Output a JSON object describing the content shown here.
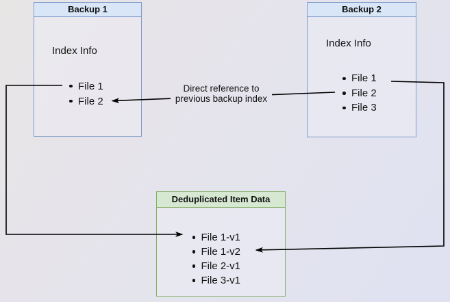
{
  "diagram": {
    "backup1": {
      "title": "Backup 1",
      "subtitle": "Index Info",
      "files": [
        "File 1",
        "File 2"
      ]
    },
    "backup2": {
      "title": "Backup 2",
      "subtitle": "Index Info",
      "files": [
        "File 1",
        "File 2",
        "File 3"
      ]
    },
    "dedup": {
      "title": "Deduplicated Item Data",
      "items": [
        "File 1-v1",
        "File 1-v2",
        "File 2-v1",
        "File 3-v1"
      ]
    },
    "edge_label": {
      "line1": "Direct reference to",
      "line2": "previous backup index"
    },
    "colors": {
      "blue_fill": "#d8e6f8",
      "blue_border": "#7d98c9",
      "green_fill": "#d7e8d2",
      "green_border": "#87ae68",
      "arrow": "#000000",
      "text": "#111111"
    }
  }
}
